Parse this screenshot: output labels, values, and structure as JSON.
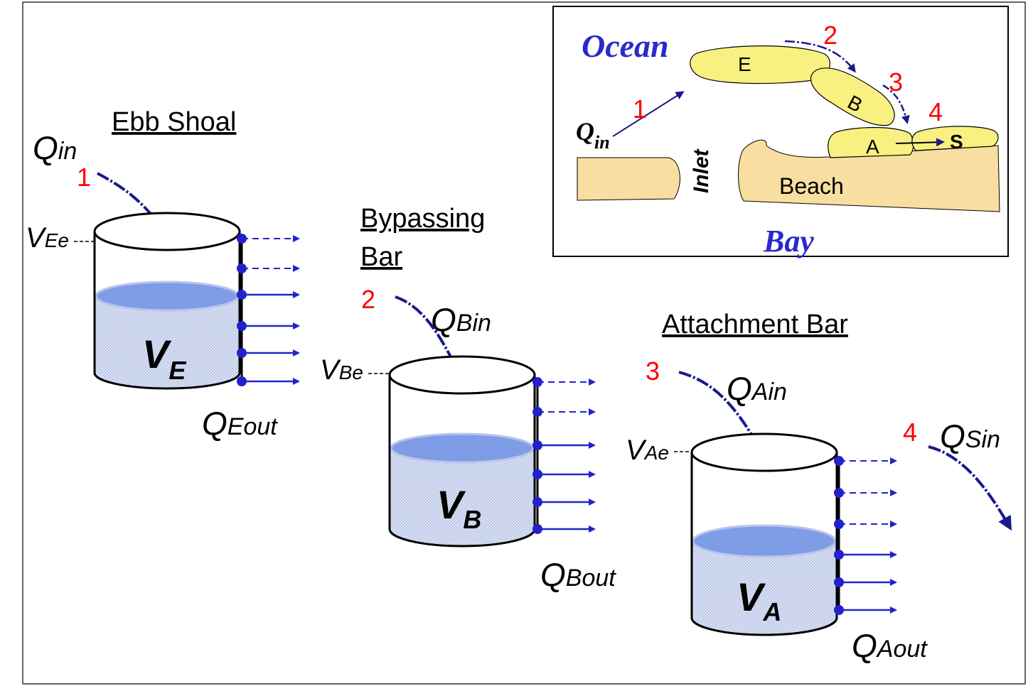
{
  "colors": {
    "arrow_dark": "#1a1a8c",
    "arrow_blue": "#2222cc",
    "water": "#7f9ce6",
    "water_fill": "#c8d4f0",
    "sand": "#f8dea0",
    "bar_yellow": "#f8f080",
    "number_red": "#ff0000",
    "map_title_blue": "#2a2acc"
  },
  "ebb_shoal": {
    "title": "Ebb Shoal",
    "q_in_main": "Q",
    "q_in_sub": "in",
    "step": "1",
    "v_e_main": "V",
    "v_e_sub": "Ee",
    "volume_main": "V",
    "volume_sub": "E",
    "q_out_main": "Q",
    "q_out_sub": "Eout"
  },
  "bypassing_bar": {
    "title_line1": "Bypassing",
    "title_line2": "Bar",
    "step": "2",
    "q_in_main": "Q",
    "q_in_sub": "Bin",
    "v_e_main": "V",
    "v_e_sub": "Be",
    "volume_main": "V",
    "volume_sub": "B",
    "q_out_main": "Q",
    "q_out_sub": "Bout"
  },
  "attachment_bar": {
    "title": "Attachment Bar",
    "step": "3",
    "q_in_main": "Q",
    "q_in_sub": "Ain",
    "v_e_main": "V",
    "v_e_sub": "Ae",
    "volume_main": "V",
    "volume_sub": "A",
    "q_out_main": "Q",
    "q_out_sub": "Aout"
  },
  "shoreline": {
    "step": "4",
    "q_in_main": "Q",
    "q_in_sub": "Sin"
  },
  "inset_map": {
    "ocean": "Ocean",
    "bay": "Bay",
    "inlet": "Inlet",
    "beach": "Beach",
    "bar_e": "E",
    "bar_b": "B",
    "bar_a": "A",
    "bar_s": "S",
    "q_main": "Q",
    "q_sub": "in",
    "step1": "1",
    "step2": "2",
    "step3": "3",
    "step4": "4"
  }
}
